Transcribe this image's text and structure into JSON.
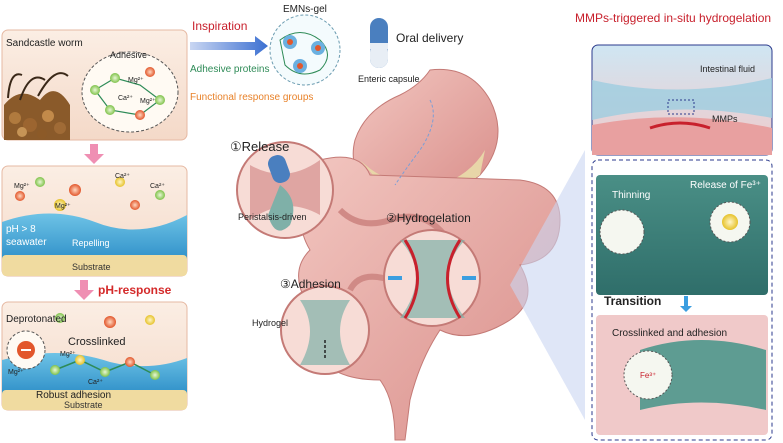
{
  "left_panel": {
    "top": {
      "worm": "Sandcastle worm",
      "adhesive": "Adhesive",
      "ions": [
        "Mg²⁺",
        "Ca²⁺",
        "Mg²⁺"
      ]
    },
    "middle": {
      "ions": [
        "Ca²⁺",
        "Mg²⁺",
        "Ca²⁺",
        "Mg²⁺"
      ],
      "ph": "pH > 8",
      "seawater": "seawater",
      "repelling": "Repelling",
      "substrate": "Substrate"
    },
    "ph_response": "pH-response",
    "bottom": {
      "deprotonated": "Deprotonated",
      "crosslinked": "Crosslinked",
      "robust": "Robust adhesion",
      "substrate": "Substrate",
      "ions": [
        "Mg²⁺",
        "Mg²⁺",
        "Ca²⁺"
      ]
    }
  },
  "inspiration": {
    "title": "Inspiration",
    "proteins": "Adhesive proteins",
    "groups": "Functional response groups"
  },
  "center": {
    "emns_gel": "EMNs-gel",
    "oral_delivery": "Oral delivery",
    "capsule": "Enteric capsule",
    "steps": {
      "release": "①Release",
      "peristalsis": "Peristalsis-driven",
      "hydrogelation": "②Hydrogelation",
      "adhesion": "③Adhesion",
      "hydrogel": "Hydrogel"
    }
  },
  "right_panel": {
    "title": "MMPs-triggered in-situ hydrogelation",
    "fluid": "Intestinal fluid",
    "mmps": "MMPs",
    "thinning": "Thinning",
    "release_fe": "Release of Fe³⁺",
    "transition": "Transition",
    "crosslinked": "Crosslinked and adhesion",
    "fe": "Fe³⁺"
  },
  "colors": {
    "accent_red": "#c8202c",
    "protein_green": "#2e8b57",
    "group_orange": "#e8822a",
    "ph_red": "#d42a2a",
    "arrow_blue": "#3b6fd1",
    "panel_border": "#2b3a8c"
  }
}
